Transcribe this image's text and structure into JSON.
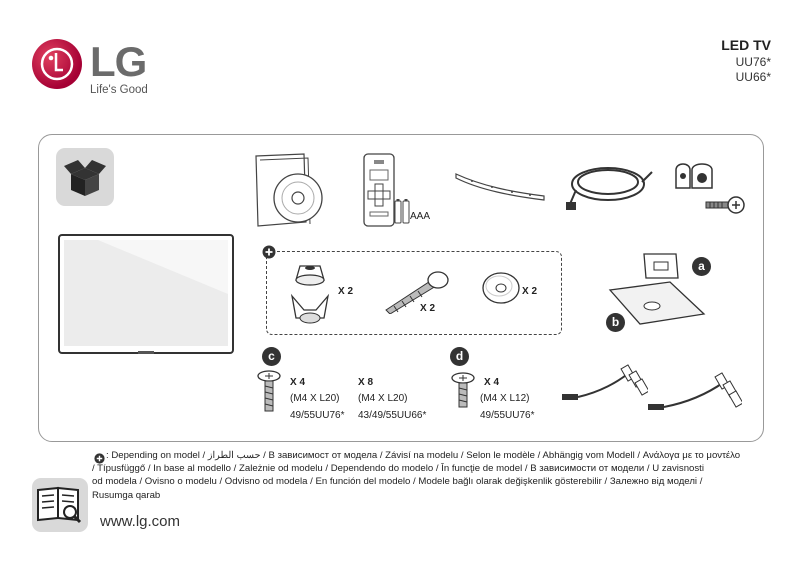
{
  "brand": {
    "logo_text": "LG",
    "tagline": "Life's Good",
    "logo_color": "#a50034"
  },
  "product": {
    "title": "LED TV",
    "models": [
      "UU76*",
      "UU66*"
    ]
  },
  "accessories": {
    "remote_batteries_label": "AAA",
    "optional_quantities": [
      "X 2",
      "X 2",
      "X 2"
    ],
    "stand_labels": {
      "a": "a",
      "b": "b"
    }
  },
  "screws": {
    "c": {
      "badge": "c",
      "groups": [
        {
          "qty": "X 4",
          "size": "(M4 X L20)",
          "models": "49/55UU76*"
        },
        {
          "qty": "X 8",
          "size": "(M4 X L20)",
          "models": "43/49/55UU66*"
        }
      ]
    },
    "d": {
      "badge": "d",
      "groups": [
        {
          "qty": "X 4",
          "size": "(M4 X L12)",
          "models": "49/55UU76*"
        }
      ]
    }
  },
  "note": {
    "line1": ": Depending on model / حسب الطراز / В зависимост от модела / Závisí na modelu / Selon le modèle / Abhängig vom Modell / Ανάλογα με το μοντέλο",
    "line2": "/ Típusfüggő /  In base al modello / Zależnie od modelu / Dependendo do modelo / În funcţie de model / В зависимости от модели / U zavisnosti",
    "line3": "od modela / Ovisno o modelu / Odvisno od modela / En función del modelo / Modele bağlı olarak değişkenlik gösterebilir / Залежно від моделі /",
    "line4": "Rusumga qarab"
  },
  "footer": {
    "url": "www.lg.com"
  }
}
